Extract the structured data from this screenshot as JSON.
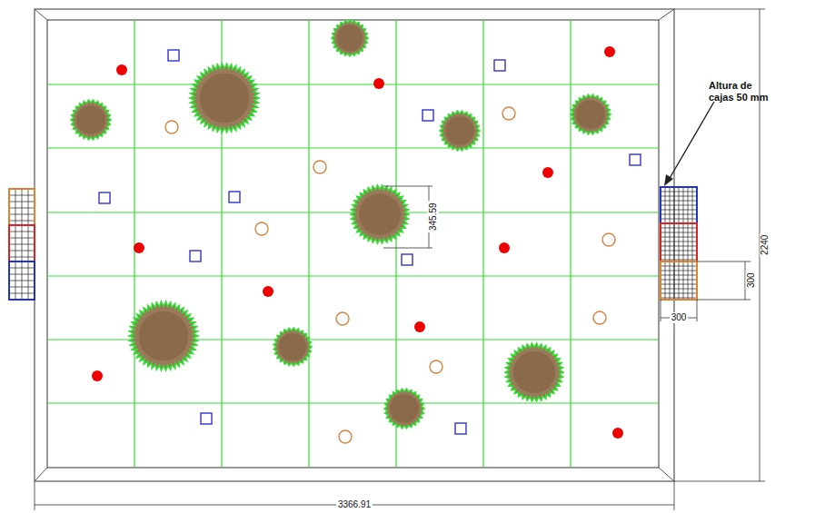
{
  "diagram": {
    "labels": [
      "Altura de cajas 50 mm",
      "345.59",
      "2240",
      "3366.91",
      "300",
      "300"
    ]
  }
}
